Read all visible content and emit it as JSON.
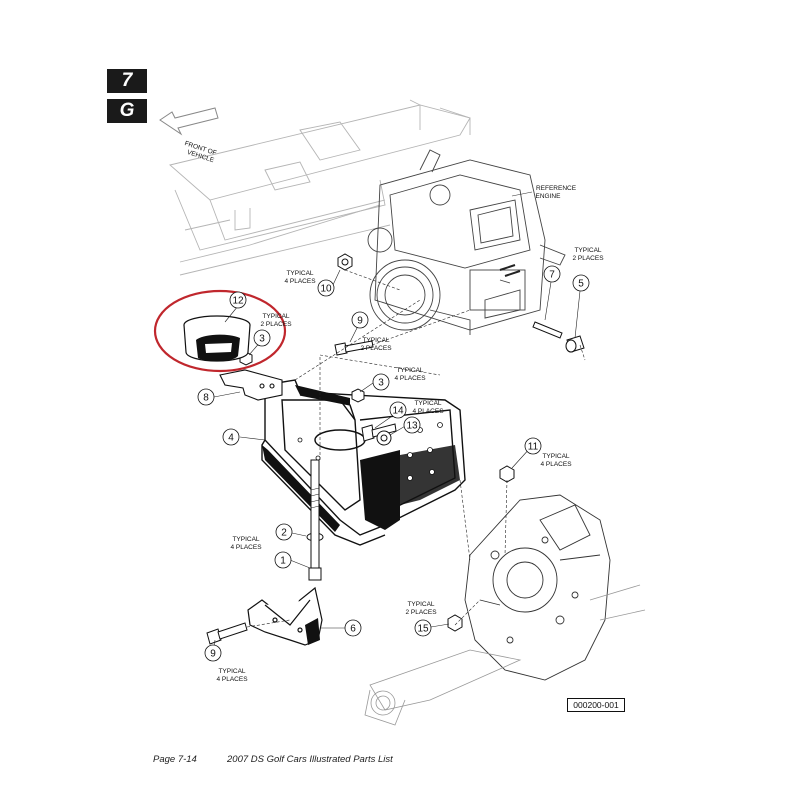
{
  "tabs": {
    "chapter": "7",
    "section": "G"
  },
  "labels": {
    "front_of_vehicle": [
      "FRONT OF",
      "VEHICLE"
    ],
    "reference_engine": [
      "REFERENCE",
      "ENGINE"
    ],
    "typical_2_places": [
      "TYPICAL",
      "2 PLACES"
    ],
    "typical_4_places": [
      "TYPICAL",
      "4 PLACES"
    ]
  },
  "callouts": [
    "1",
    "2",
    "3",
    "3",
    "4",
    "5",
    "6",
    "7",
    "8",
    "9",
    "9",
    "10",
    "11",
    "12",
    "13",
    "14",
    "15"
  ],
  "figure_id": "000200-001",
  "footer": {
    "page": "Page 7-14",
    "title": "2007 DS Golf Cars Illustrated Parts List"
  },
  "highlight_color": "#c0272d"
}
